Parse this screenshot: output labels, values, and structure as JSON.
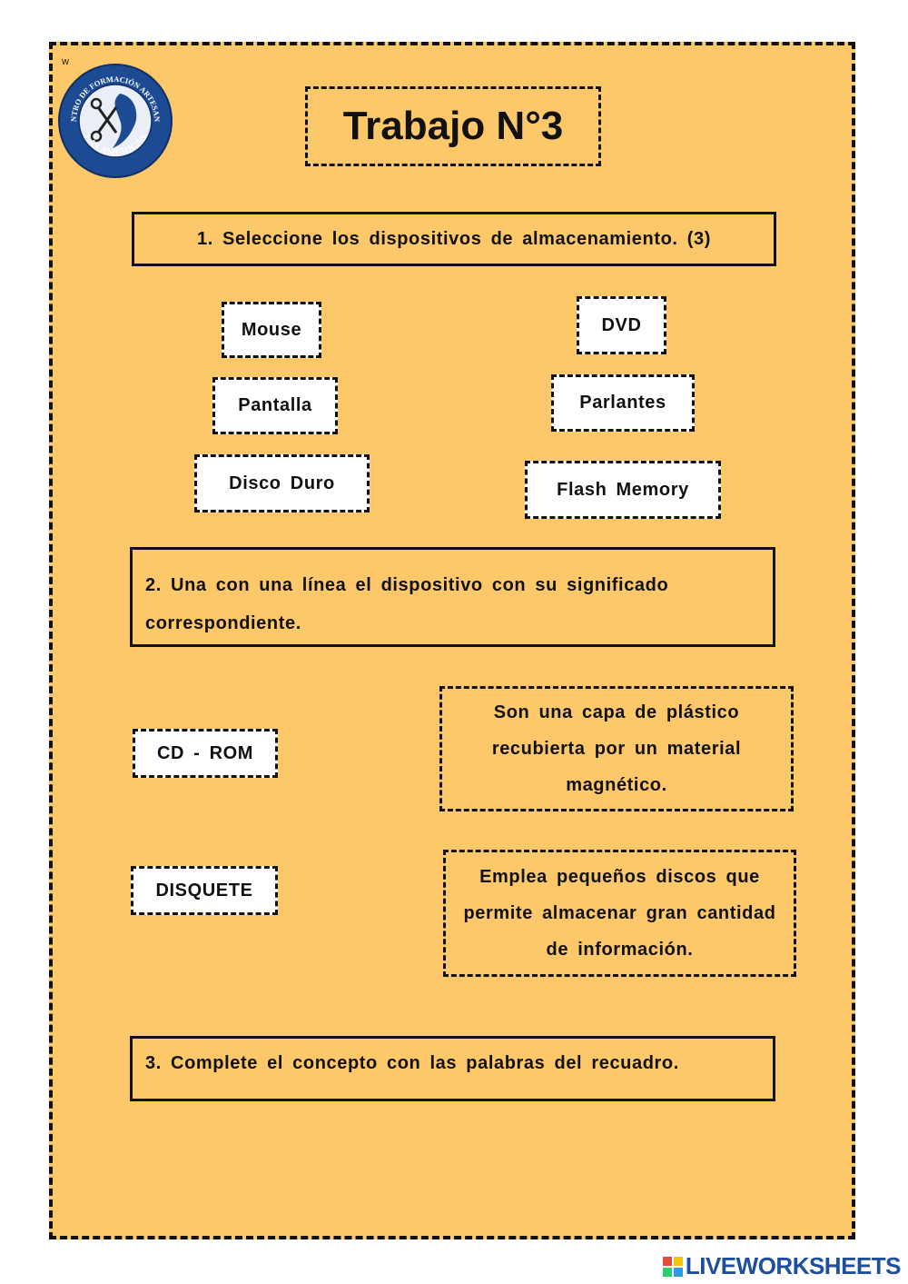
{
  "logo": {
    "top_text": "CENTRO DE FORMACIÓN ARTESANAL",
    "bottom_text": "LAS AMERICAS",
    "corner_mark": "w"
  },
  "title": "Trabajo N°3",
  "q1": {
    "instruction": "1. Seleccione los dispositivos de almacenamiento. (3)",
    "options": [
      "Mouse",
      "DVD",
      "Pantalla",
      "Parlantes",
      "Disco Duro",
      "Flash Memory"
    ]
  },
  "q2": {
    "instruction": "2. Una con una línea el dispositivo con su significado correspondiente.",
    "items": [
      "CD - ROM",
      "DISQUETE"
    ],
    "definitions": [
      "Son una capa de plástico recubierta por un material magnético.",
      "Emplea pequeños discos que permite almacenar gran cantidad de información."
    ]
  },
  "q3": {
    "instruction": "3. Complete el concepto con las palabras del recuadro."
  },
  "brand": "LIVEWORKSHEETS",
  "colors": {
    "page": "#fdc86a",
    "ink": "#111111",
    "chip": "#ffffff",
    "logo": "#1c4a93"
  }
}
